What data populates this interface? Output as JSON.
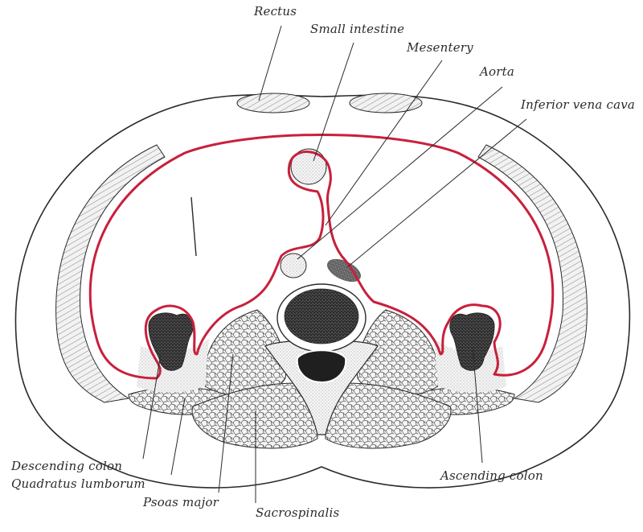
{
  "figure": {
    "type": "anatomical cross-section",
    "colors": {
      "peritoneum": "#c8203c",
      "ink": "#2a2a2a",
      "tissue_fill": "#efefef",
      "dense_fill": "#3a3a3a",
      "background": "#ffffff"
    }
  },
  "labels": {
    "rectus": "Rectus",
    "small_intestine": "Small intestine",
    "mesentery": "Mesentery",
    "aorta": "Aorta",
    "inferior_vena_cava": "Inferior vena cava",
    "descending_colon": "Descending colon",
    "quadratus_lumborum": "Quadratus lumborum",
    "psoas_major": "Psoas major",
    "sacrospinalis": "Sacrospinalis",
    "ascending_colon": "Ascending colon"
  }
}
